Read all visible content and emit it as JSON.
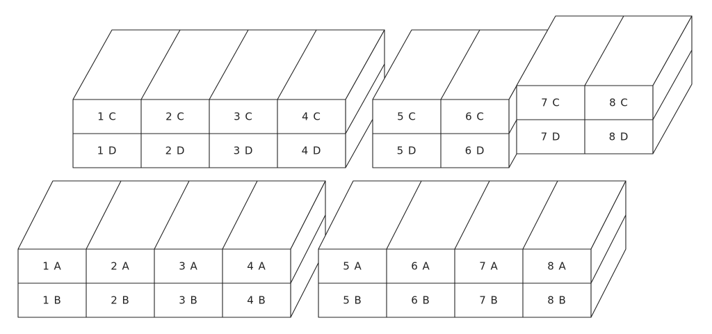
{
  "colors": {
    "stroke": "#222222",
    "background": "#ffffff"
  },
  "groups": [
    {
      "id": "g1",
      "top_row": [
        "1 C",
        "2 C",
        "3 C",
        "4 C"
      ],
      "bottom_row": [
        "1 D",
        "2 D",
        "3 D",
        "4 D"
      ]
    },
    {
      "id": "g2",
      "top_row": [
        "5 C",
        "6 C"
      ],
      "bottom_row": [
        "5 D",
        "6 D"
      ]
    },
    {
      "id": "g3",
      "top_row": [
        "7 C",
        "8 C"
      ],
      "bottom_row": [
        "7 D",
        "8 D"
      ]
    },
    {
      "id": "g4",
      "top_row": [
        "1 A",
        "2 A",
        "3 A",
        "4 A"
      ],
      "bottom_row": [
        "1 B",
        "2 B",
        "3 B",
        "4 B"
      ]
    },
    {
      "id": "g5",
      "top_row": [
        "5 A",
        "6 A",
        "7 A",
        "8 A"
      ],
      "bottom_row": [
        "5 B",
        "6 B",
        "7 B",
        "8 B"
      ]
    }
  ]
}
